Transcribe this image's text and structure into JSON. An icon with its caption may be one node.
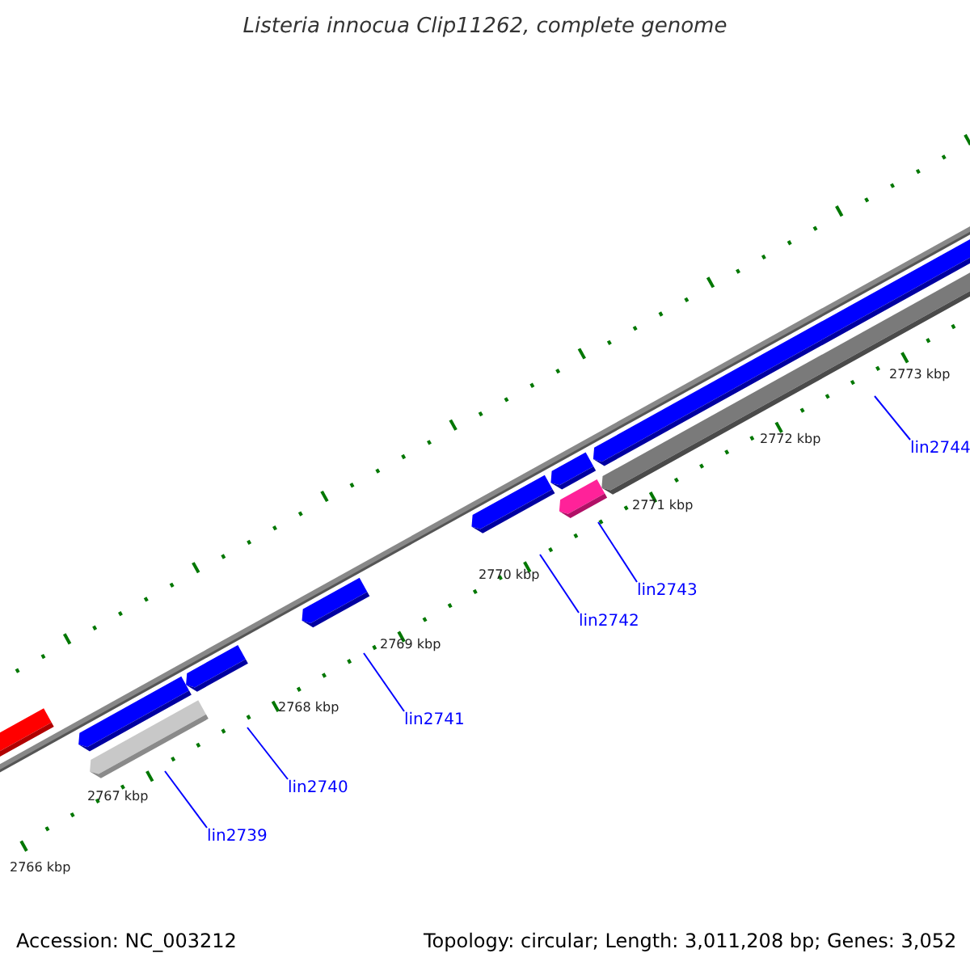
{
  "diagram": {
    "title": "Listeria innocua Clip11262, complete genome",
    "nodes": [
      {
        "text": [
          "lin2744"
        ]
      },
      {
        "text": [
          "lin2743"
        ]
      },
      {
        "text": [
          "lin2742"
        ]
      },
      {
        "text": [
          "lin2741"
        ]
      },
      {
        "text": [
          "lin2740"
        ]
      },
      {
        "text": [
          "lin2739"
        ]
      }
    ],
    "edges": [
      {
        "from": 0,
        "to": null,
        "arrow": "none",
        "color": "#0000ff"
      },
      {
        "from": 1,
        "to": null,
        "arrow": "none",
        "color": "#0000ff"
      },
      {
        "from": 2,
        "to": null,
        "arrow": "none",
        "color": "#0000ff"
      },
      {
        "from": 3,
        "to": null,
        "arrow": "none",
        "color": "#0000ff"
      },
      {
        "from": 4,
        "to": null,
        "arrow": "none",
        "color": "#0000ff"
      },
      {
        "from": 5,
        "to": null,
        "arrow": "none",
        "color": "#0000ff"
      }
    ],
    "labels": [
      "2773 kbp",
      "2772 kbp",
      "2771 kbp",
      "2770 kbp",
      "2769 kbp",
      "2768 kbp",
      "2767 kbp",
      "2766 kbp",
      "Accession: NC_003212",
      "Topology: circular; Length: 3,011,208 bp; Genes: 3,052"
    ]
  }
}
